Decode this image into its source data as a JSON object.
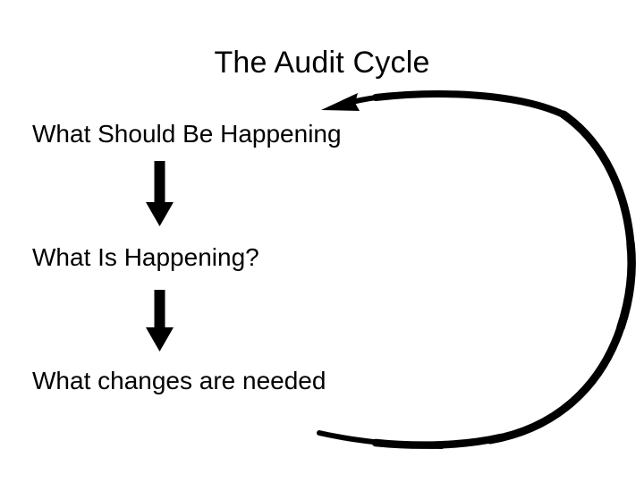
{
  "slide": {
    "title": "The Audit Cycle",
    "background_color": "#ffffff",
    "ink_color": "#000000"
  },
  "steps": [
    {
      "id": "step-1",
      "label": "What Should Be Happening"
    },
    {
      "id": "step-2",
      "label": "What Is Happening?"
    },
    {
      "id": "step-3",
      "label": "What changes are needed"
    }
  ],
  "connectors": [
    {
      "id": "arrow-1",
      "kind": "down-arrow",
      "from": "step-1",
      "to": "step-2"
    },
    {
      "id": "arrow-2",
      "kind": "down-arrow",
      "from": "step-2",
      "to": "step-3"
    },
    {
      "id": "feedback-arrow",
      "kind": "curved-loop-arrow",
      "from": "step-3",
      "to": "step-1"
    }
  ]
}
